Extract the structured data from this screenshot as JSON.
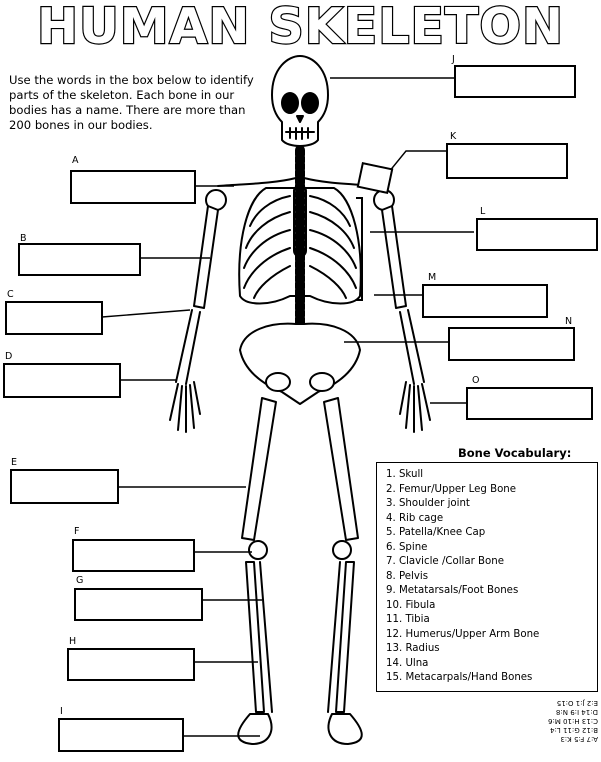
{
  "title": "HUMAN SKELETON",
  "instructions": "Use the words in the box below to identify parts of the skeleton. Each bone in our bodies has a name. There are more than 200 bones in our bodies.",
  "labels": [
    "A",
    "B",
    "C",
    "D",
    "E",
    "F",
    "G",
    "H",
    "I",
    "J",
    "K",
    "L",
    "M",
    "N",
    "O"
  ],
  "vocabulary": {
    "title": "Bone Vocabulary:",
    "items": [
      "1. Skull",
      "2. Femur/Upper Leg Bone",
      "3. Shoulder joint",
      "4. Rib cage",
      "5. Patella/Knee Cap",
      "6. Spine",
      "7. Clavicle /Collar Bone",
      "8. Pelvis",
      "9. Metatarsals/Foot Bones",
      "10. Fibula",
      "11. Tibia",
      "12. Humerus/Upper Arm Bone",
      "13. Radius",
      "14. Ulna",
      "15. Metacarpals/Hand Bones"
    ]
  },
  "answer_key": [
    "A:7   F:5   K:3",
    "B:12  G:11  L:4",
    "C:13  H:10  M:6",
    "D:14  I:9   N:8",
    "E:2   J:1   O:15"
  ]
}
